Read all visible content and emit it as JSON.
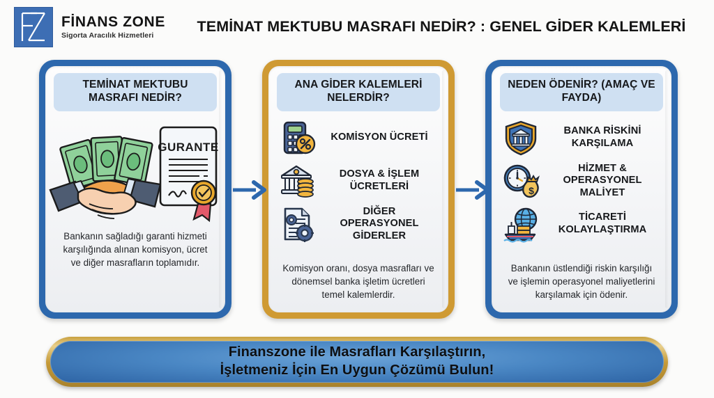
{
  "brand": {
    "name": "FİNANS ZONE",
    "tagline": "Sigorta Aracılık Hizmetleri",
    "logo_letters": "FZ",
    "logo_color": "#3d6eb4"
  },
  "header": {
    "title": "TEMİNAT MEKTUBU MASRAFI NEDİR? : GENEL GİDER KALEMLERİ"
  },
  "colors": {
    "card_blue": "#2d68ad",
    "card_gold": "#cf9a33",
    "head_band": "#cfe0f2",
    "arrow": "#2d68ad",
    "banner_border": "#c59a38",
    "banner_fill": "#4a87c4",
    "page_background": "#fbfbfa"
  },
  "cards": [
    {
      "id": "card-1",
      "border_color": "#2d68ad",
      "title": "TEMİNAT MEKTUBU MASRAFI NEDİR?",
      "illustration": "handshake-money-guarantee-certificate-illustration",
      "certificate_label": "GURANTE",
      "note": "Bankanın sağladığı garanti hizmeti karşılığında alınan komisyon, ücret ve diğer masrafların toplamıdır."
    },
    {
      "id": "card-2",
      "border_color": "#cf9a33",
      "title": "ANA GİDER KALEMLERİ NELERDİR?",
      "items": [
        {
          "icon": "calculator-percent-icon",
          "label": "KOMİSYON ÜCRETİ"
        },
        {
          "icon": "bank-coins-icon",
          "label": "DOSYA & İŞLEM ÜCRETLERİ"
        },
        {
          "icon": "document-gears-icon",
          "label": "DİĞER OPERASYONEL GİDERLER"
        }
      ],
      "note": "Komisyon oranı, dosya masrafları ve dönemsel banka işletim ücretleri temel kalemlerdir."
    },
    {
      "id": "card-3",
      "border_color": "#2d68ad",
      "title": "NEDEN ÖDENİR? (AMAÇ VE FAYDA)",
      "items": [
        {
          "icon": "shield-bank-icon",
          "label": "BANKA RİSKİNİ KARŞILAMA"
        },
        {
          "icon": "clock-moneybag-icon",
          "label": "HİZMET & OPERASYONEL MALİYET"
        },
        {
          "icon": "globe-cargo-ship-icon",
          "label": "TİCARETİ KOLAYLAŞTIRMA"
        }
      ],
      "note": "Bankanın üstlendiği riskin karşılığı ve işlemin operasyonel maliyetlerini karşılamak için ödenir."
    }
  ],
  "arrows": [
    {
      "name": "arrow-card1-to-card2",
      "direction": "right"
    },
    {
      "name": "arrow-card2-to-card3",
      "direction": "right"
    }
  ],
  "banner": {
    "line1": "Finanszone ile Masrafları Karşılaştırın,",
    "line2": "İşletmeniz İçin En Uygun Çözümü Bulun!"
  }
}
